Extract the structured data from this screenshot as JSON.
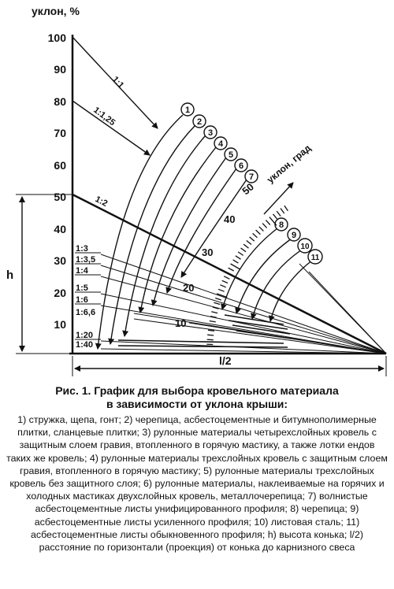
{
  "axis_title": "уклон, %",
  "y_ticks": [
    "100",
    "90",
    "80",
    "70",
    "60",
    "50",
    "40",
    "30",
    "20",
    "10"
  ],
  "ratio_labels": {
    "r1_1": "1:1",
    "r1_125": "1:1,25",
    "r1_2": "1:2",
    "r1_3": "1:3",
    "r1_35": "1:3,5",
    "r1_4": "1:4",
    "r1_5": "1:5",
    "r1_6": "1:6",
    "r1_66": "1:6,6",
    "r1_20": "1:20",
    "r1_40": "1:40"
  },
  "circle_labels": [
    "1",
    "2",
    "3",
    "4",
    "5",
    "6",
    "7",
    "8",
    "9",
    "10",
    "11"
  ],
  "angle_axis_title": "уклон, град",
  "angle_ticks": [
    "50",
    "40",
    "30",
    "20",
    "10"
  ],
  "h_label": "h",
  "l2_label": "l/2",
  "caption": {
    "title_line1": "Рис. 1. График для выбора кровельного материала",
    "title_line2": "в зависимости от уклона крыши:",
    "body": "1) стружка, щепа, гонт; 2) черепица, асбестоцементные и битумнополимерные плитки, сланцевые плитки; 3) рулонные материалы четырехслойных кровель с защитным слоем гравия, втопленного в горячую мастику, а также лотки ендов таких же кровель; 4) рулонные материалы трехслойных кровель с защитным слоем гравия, втопленного в горячую мастику; 5) рулонные материалы трехслойных кровель без защитного слоя; 6) рулонные материалы, наклеиваемые на горячих и холодных мастиках двухслойных кровель, металлочерепица; 7) волнистые асбестоцементные листы унифицированного профиля; 8) черепица; 9) асбестоцементные листы усиленного профиля; 10) листовая сталь; 11) асбестоцементные листы обыкновенного профиля; h) высота конька; l/2) расстояние по горизонтали (проекция) от конька до карнизного свеса"
  }
}
